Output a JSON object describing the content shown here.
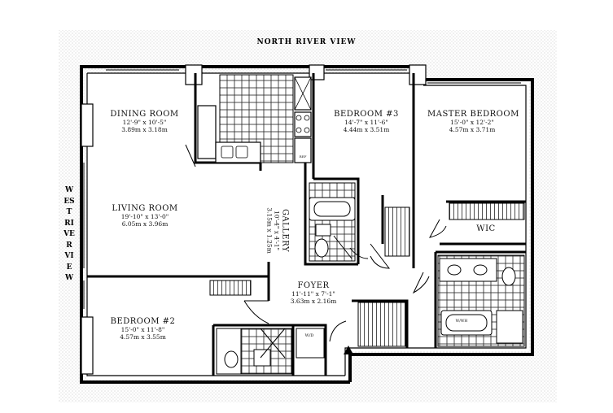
{
  "title": "NORTH RIVER VIEW",
  "side_label": "WEST RIVER VIEW",
  "rooms": {
    "dining": {
      "name": "DINING ROOM",
      "dim_imperial": "12'-9\" x 10'-5\"",
      "dim_metric": "3.89m x 3.18m"
    },
    "living": {
      "name": "LIVING ROOM",
      "dim_imperial": "19'-10\" x 13'-0\"",
      "dim_metric": "6.05m x 3.96m"
    },
    "bedroom3": {
      "name": "BEDROOM #3",
      "dim_imperial": "14'-7\" x 11'-6\"",
      "dim_metric": "4.44m x 3.51m"
    },
    "master": {
      "name": "MASTER BEDROOM",
      "dim_imperial": "15'-0\" x 12'-2\"",
      "dim_metric": "4.57m x 3.71m"
    },
    "gallery": {
      "name": "GALLERY",
      "dim_imperial": "10'-4\" x 4'-1\"",
      "dim_metric": "3.15m x 1.25m"
    },
    "foyer": {
      "name": "FOYER",
      "dim_imperial": "11'-11\" x 7'-1\"",
      "dim_metric": "3.63m x 2.16m"
    },
    "bedroom2": {
      "name": "BEDROOM #2",
      "dim_imperial": "15'-0\" x 11'-8\"",
      "dim_metric": "4.57m x 3.55m"
    },
    "wic": {
      "name": "WIC"
    }
  },
  "fixture_labels": {
    "washer_dryer": "W/D",
    "ref": "REF",
    "wm": "W/WH"
  }
}
